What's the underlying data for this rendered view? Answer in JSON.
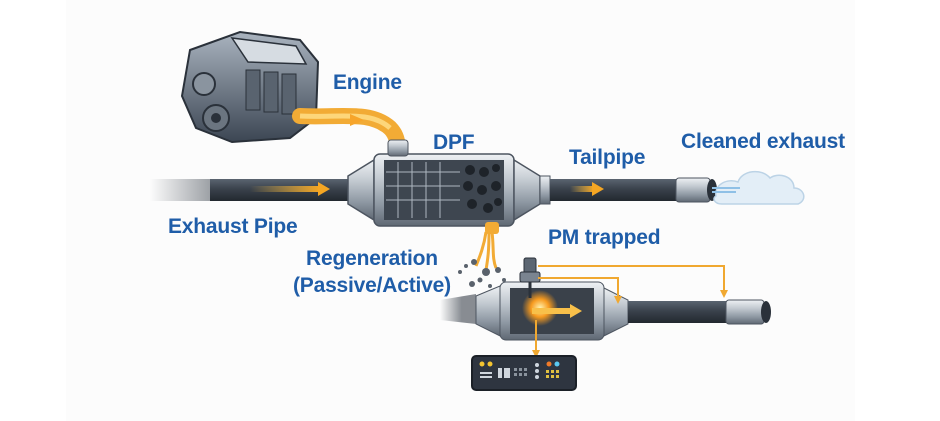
{
  "diagram": {
    "title": "Diesel Particulate Filter (DPF) exhaust flow",
    "labels": {
      "engine": "Engine",
      "dpf": "DPF",
      "tailpipe": "Tailpipe",
      "cleaned_exhaust": "Cleaned exhaust",
      "exhaust_pipe": "Exhaust Pipe",
      "pm_trapped": "PM trapped",
      "regeneration_line1": "Regeneration",
      "regeneration_line2": "(Passive/Active)"
    },
    "components": [
      {
        "id": "engine",
        "icon": "engine-icon"
      },
      {
        "id": "exhaust-pipe",
        "icon": "pipe-icon"
      },
      {
        "id": "dpf",
        "icon": "filter-icon"
      },
      {
        "id": "tailpipe",
        "icon": "pipe-icon"
      },
      {
        "id": "cleaned-exhaust",
        "icon": "cloud-icon"
      },
      {
        "id": "pm-particles",
        "icon": "soot-icon"
      },
      {
        "id": "regen-dpf",
        "icon": "filter-icon"
      },
      {
        "id": "injector",
        "icon": "injector-icon"
      },
      {
        "id": "ecu",
        "icon": "control-unit-icon"
      }
    ],
    "colors": {
      "label_text": "#1f5da8",
      "flow_arrow": "#f0a830",
      "pipe_dark": "#3c4550",
      "metal": "#b8c0c8",
      "panel_bg": "#fcfcfc"
    }
  }
}
